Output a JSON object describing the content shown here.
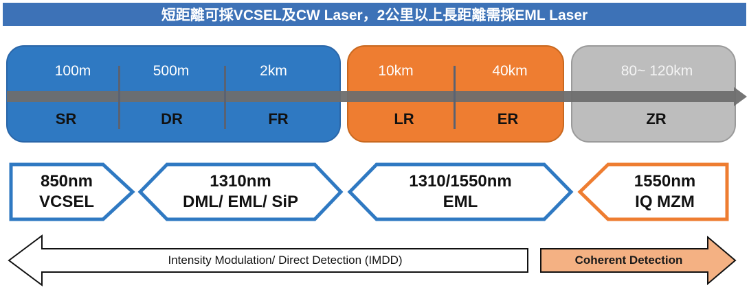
{
  "title": "短距離可採VCSEL及CW Laser，2公里以上長距離需採EML Laser",
  "distances": [
    {
      "distance": "100m",
      "code": "SR"
    },
    {
      "distance": "500m",
      "code": "DR"
    },
    {
      "distance": "2km",
      "code": "FR"
    },
    {
      "distance": "10km",
      "code": "LR"
    },
    {
      "distance": "40km",
      "code": "ER"
    },
    {
      "distance": "80~ 120km",
      "code": "ZR"
    }
  ],
  "lasers": [
    {
      "wavelength": "850nm",
      "type": "VCSEL"
    },
    {
      "wavelength": "1310nm",
      "type": "DML/ EML/ SiP"
    },
    {
      "wavelength": "1310/1550nm",
      "type": "EML"
    },
    {
      "wavelength": "1550nm",
      "type": "IQ MZM"
    }
  ],
  "detection": {
    "imdd": "Intensity Modulation/ Direct Detection (IMDD)",
    "coherent": "Coherent Detection"
  },
  "colors": {
    "blue": "#2f79c2",
    "orange": "#ee7d31",
    "gray": "#bdbdbd",
    "arrow": "#6e6e6e",
    "coherent_fill": "#f4b183"
  }
}
